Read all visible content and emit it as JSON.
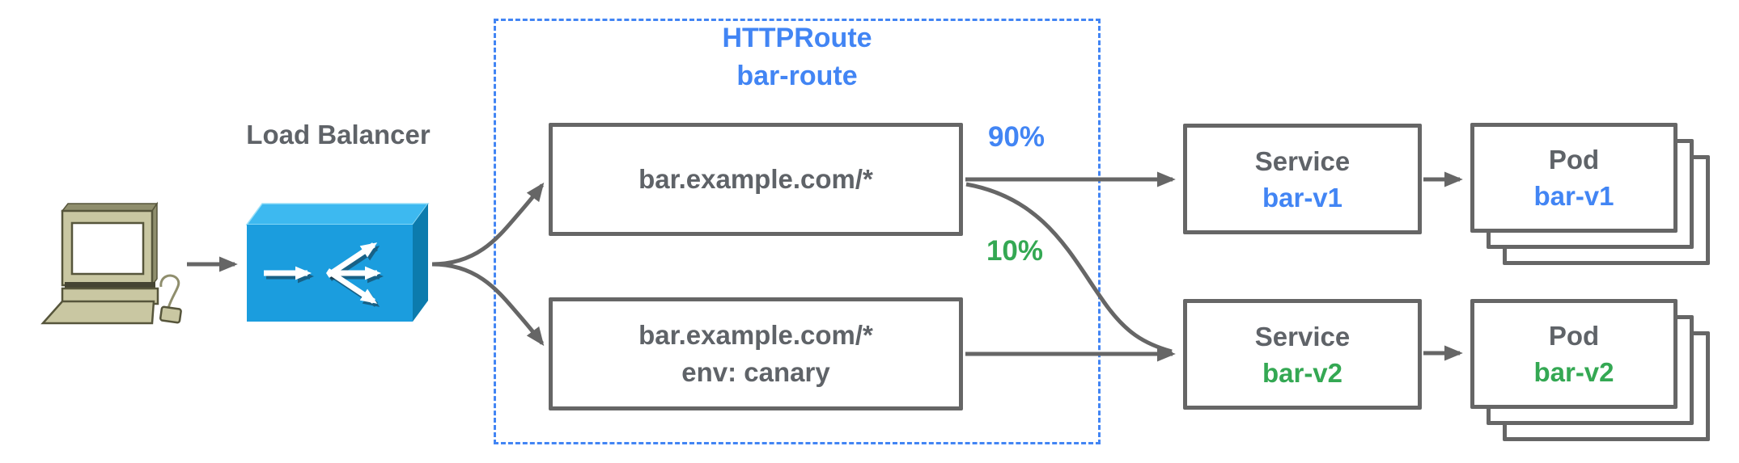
{
  "colors": {
    "blue": "#4285F4",
    "green": "#34A853",
    "text_gray": "#5F6368",
    "line_gray": "#666666",
    "lb_front": "#1B9DDE",
    "lb_top": "#3DB9F0",
    "lb_side": "#0C7BAD"
  },
  "labels": {
    "load_balancer": "Load Balancer"
  },
  "group": {
    "title": "HTTPRoute",
    "subtitle": "bar-route"
  },
  "rules": [
    {
      "match": "bar.example.com/*",
      "weight": "90%"
    },
    {
      "match": "bar.example.com/*",
      "header_match": "env: canary",
      "weight": "10%"
    }
  ],
  "services": [
    {
      "kind": "Service",
      "name": "bar-v1"
    },
    {
      "kind": "Service",
      "name": "bar-v2"
    }
  ],
  "pods": [
    {
      "kind": "Pod",
      "name": "bar-v1"
    },
    {
      "kind": "Pod",
      "name": "bar-v2"
    }
  ],
  "icons": {
    "client": "computer-icon",
    "load_balancer": "load-balancer-icon"
  }
}
